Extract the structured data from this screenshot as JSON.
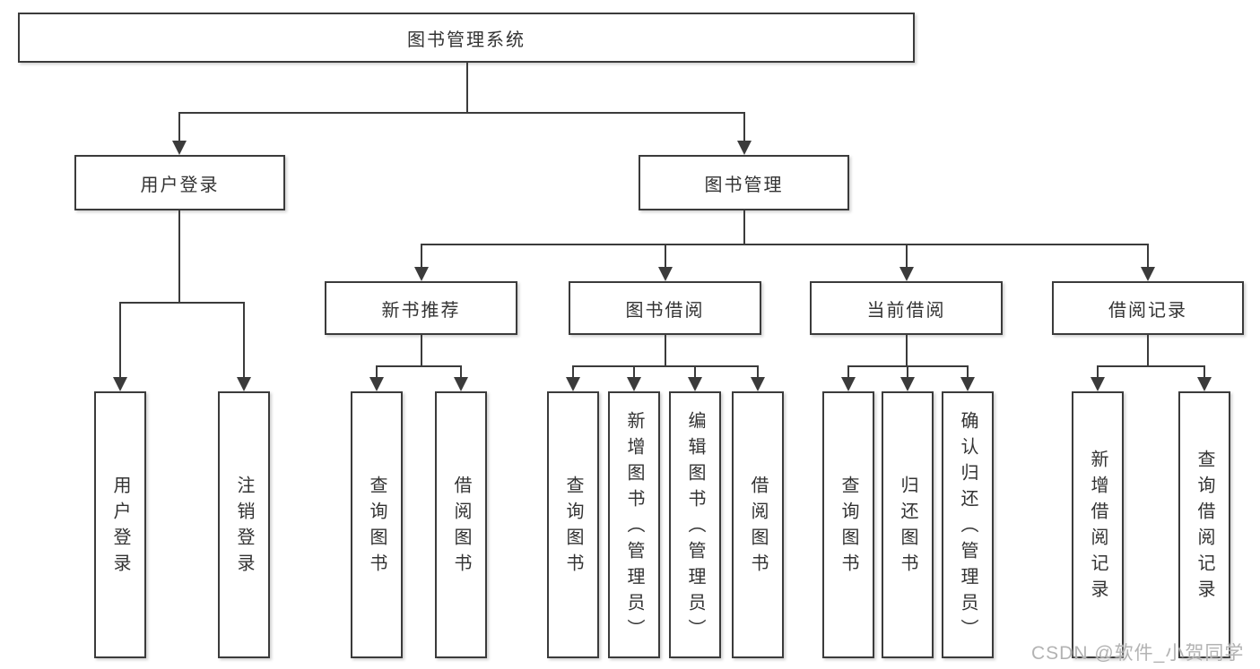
{
  "diagram": {
    "root": {
      "label": "图书管理系统"
    },
    "branches": [
      {
        "label": "用户登录",
        "leaves": [
          "用户登录",
          "注销登录"
        ]
      },
      {
        "label": "图书管理",
        "children": [
          {
            "label": "新书推荐",
            "leaves": [
              "查询图书",
              "借阅图书"
            ]
          },
          {
            "label": "图书借阅",
            "leaves": [
              "查询图书",
              "新增图书（管理员）",
              "编辑图书（管理员）",
              "借阅图书"
            ]
          },
          {
            "label": "当前借阅",
            "leaves": [
              "查询图书",
              "归还图书",
              "确认归还（管理员）"
            ]
          },
          {
            "label": "借阅记录",
            "leaves": [
              "新增借阅记录",
              "查询借阅记录"
            ]
          }
        ]
      }
    ]
  },
  "watermark": "CSDN @软件_小贺同学",
  "colors": {
    "line": "#3b3b3b",
    "text": "#333333",
    "background": "#ffffff",
    "watermark": "#b3b3b3"
  }
}
